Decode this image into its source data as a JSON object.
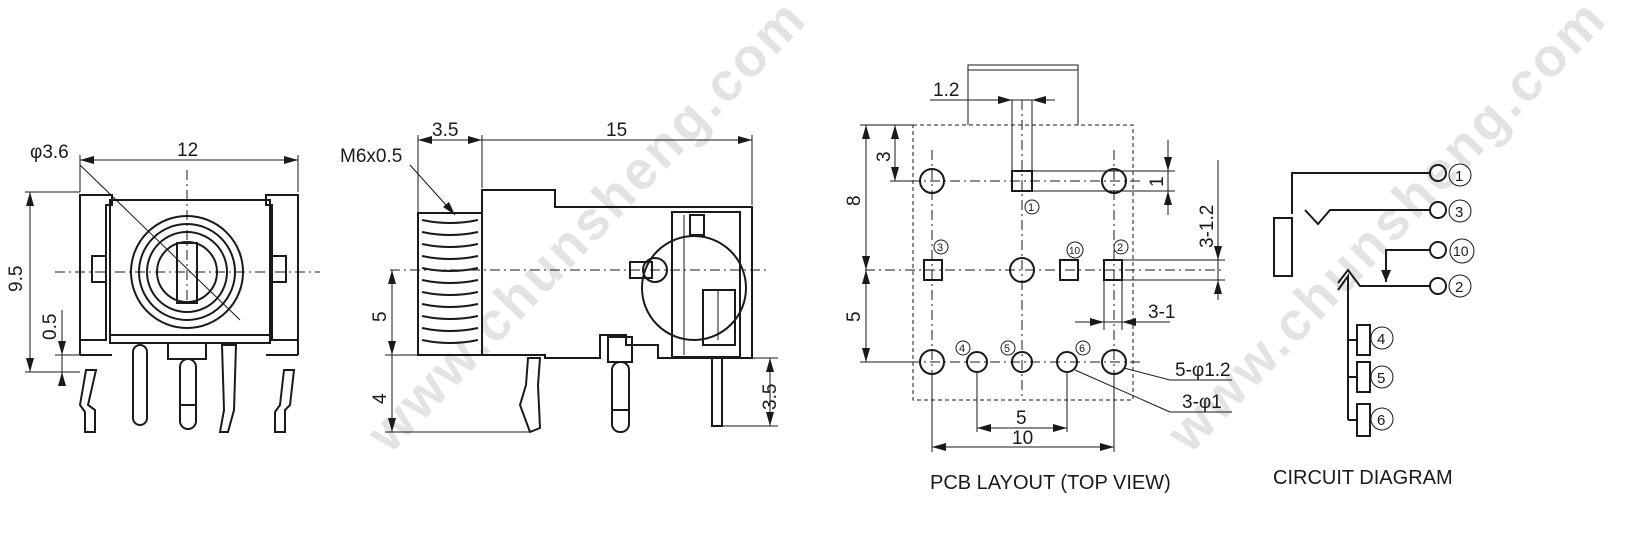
{
  "watermark": "www.chunsheng.com",
  "front_view": {
    "dims": {
      "width": "12",
      "height": "9.5",
      "hole": "φ3.6",
      "offset": "0.5"
    }
  },
  "side_view": {
    "dims": {
      "thread": "M6x0.5",
      "thread_len": "3.5",
      "body_len": "15",
      "half_height": "5",
      "pin_len": "4",
      "pin_len_right": "3.5"
    }
  },
  "pcb_layout": {
    "caption": "PCB LAYOUT (TOP VIEW)",
    "dims": {
      "top_tab": "1.2",
      "top_gap": "3",
      "upper_h": "8",
      "lower_h": "5",
      "right_gap": "1",
      "right_mid": "3-1.2",
      "right_slot": "3-1",
      "big_holes": "5-φ1.2",
      "small_holes": "3-φ1",
      "pitch_inner": "5",
      "pitch_outer": "10"
    },
    "pins": [
      "1",
      "3",
      "10",
      "2",
      "4",
      "5",
      "6"
    ]
  },
  "circuit_diagram": {
    "caption": "CIRCUIT DIAGRAM",
    "pins": [
      "1",
      "3",
      "10",
      "2",
      "4",
      "5",
      "6"
    ]
  }
}
